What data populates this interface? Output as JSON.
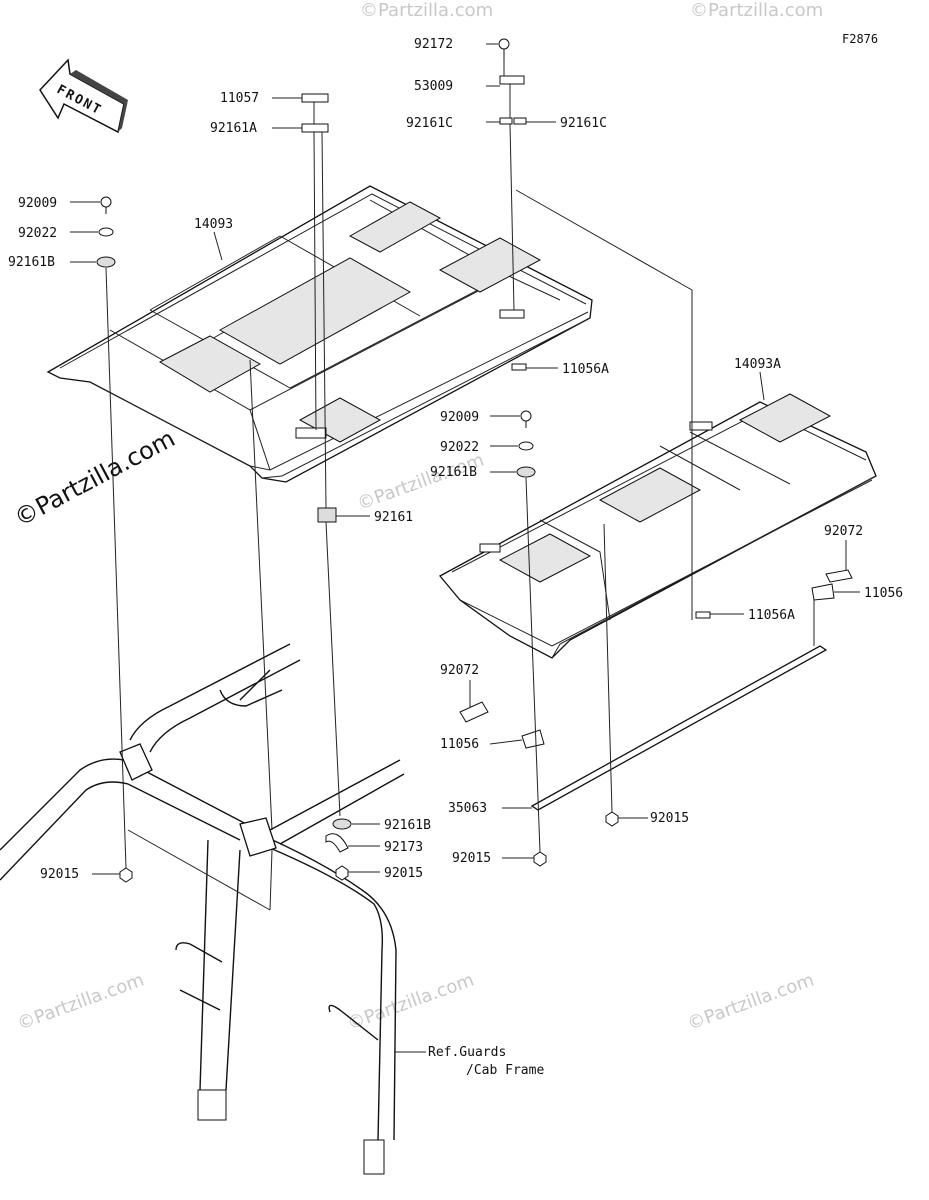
{
  "diagram_code": "F2876",
  "front_arrow_label": "FRONT",
  "watermark_main": "©Partzilla.com",
  "watermark_faint": "©Partzilla.com",
  "ref_note": {
    "line1": "Ref.Guards",
    "line2": "/Cab Frame"
  },
  "callouts": {
    "c92172": "92172",
    "c53009": "53009",
    "c92161C_left": "92161C",
    "c92161C_right": "92161C",
    "c11057": "11057",
    "c92161A": "92161A",
    "c92009_top": "92009",
    "c92022_top": "92022",
    "c92161B_top": "92161B",
    "c14093": "14093",
    "c11056A_top": "11056A",
    "c14093A": "14093A",
    "c92009_mid": "92009",
    "c92022_mid": "92022",
    "c92161B_mid": "92161B",
    "c92161": "92161",
    "c92072_right": "92072",
    "c11056_right": "11056",
    "c11056A_mid": "11056A",
    "c92072_left": "92072",
    "c11056_left": "11056",
    "c35063": "35063",
    "c92015_right": "92015",
    "c92015_mid": "92015",
    "c92161B_bottom": "92161B",
    "c92173": "92173",
    "c92015_frame": "92015",
    "c92015_left": "92015"
  }
}
